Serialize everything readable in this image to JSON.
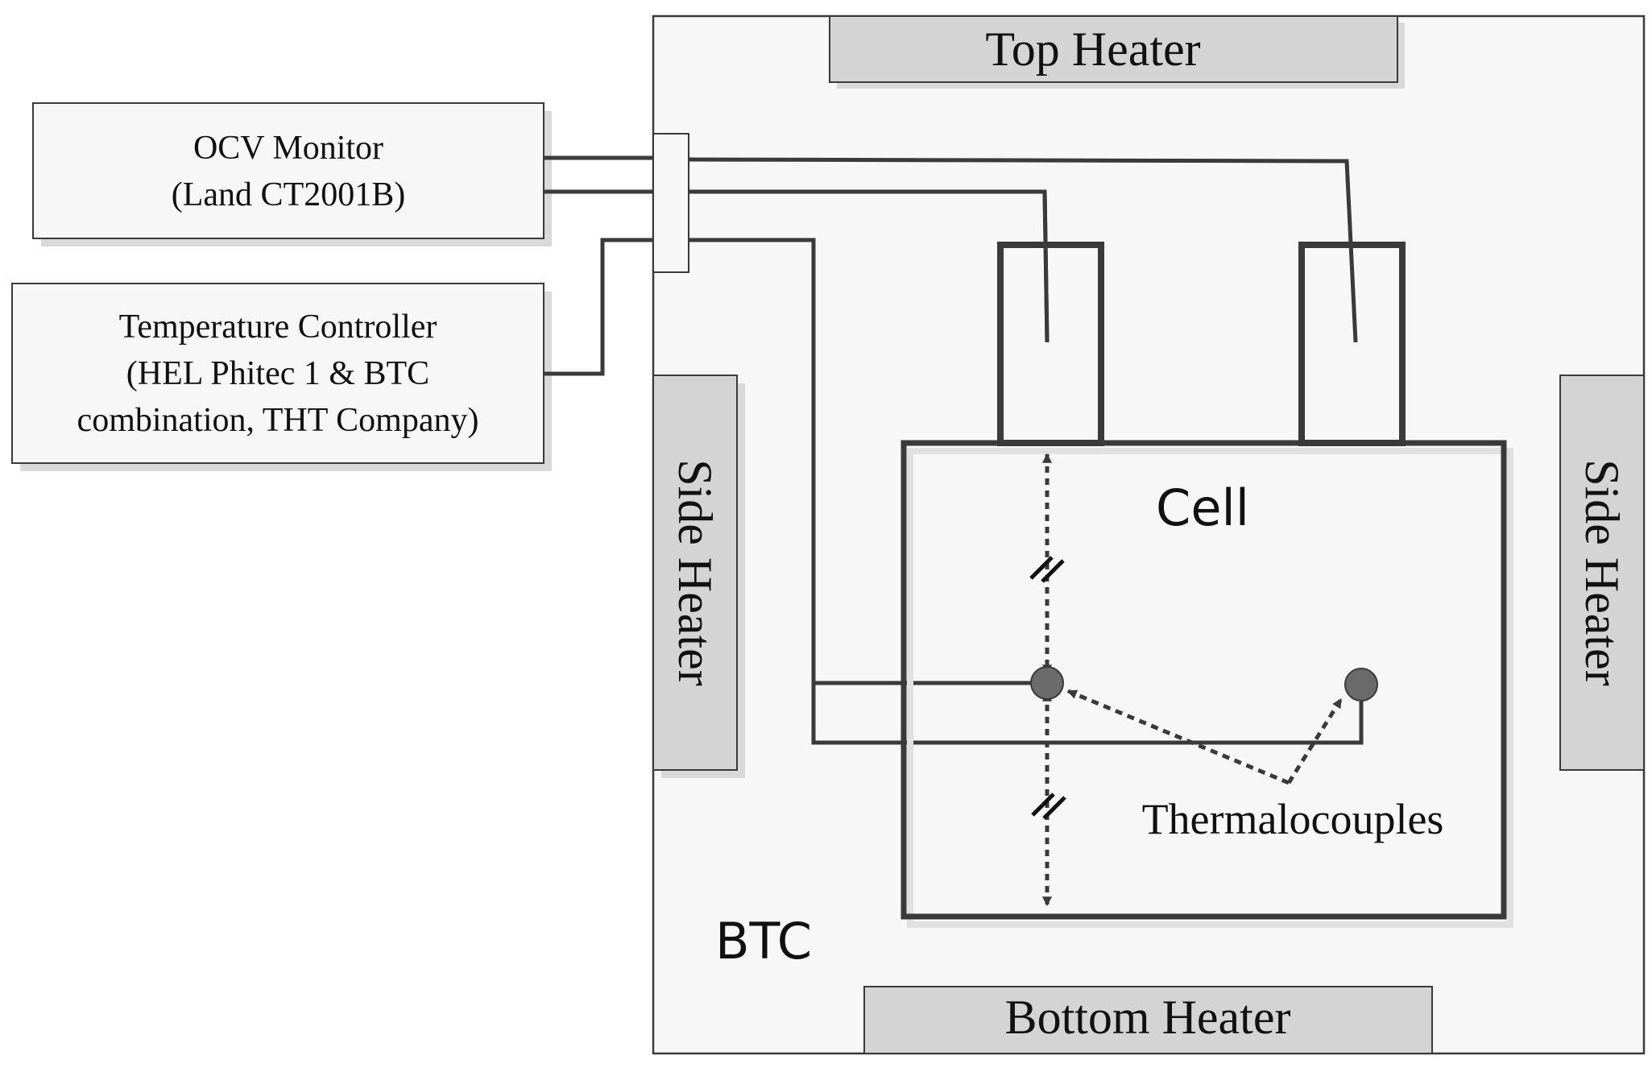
{
  "labels": {
    "top_heater": "Top Heater",
    "bottom_heater": "Bottom Heater",
    "side_heater_left": "Side Heater",
    "side_heater_right": "Side Heater",
    "ocv_line1": "OCV Monitor",
    "ocv_line2": "(Land CT2001B)",
    "tc_line1": "Temperature Controller",
    "tc_line2": "(HEL Phitec 1 & BTC",
    "tc_line3": "combination, THT Company)",
    "cell": "Cell",
    "btc": "BTC",
    "thermocouples": "Thermalocouples"
  },
  "colors": {
    "stroke": "#3a3a3a",
    "box_fill": "#f7f7f7",
    "heater_fill": "#d4d4d4",
    "shadow": "#d9d9d9",
    "dot": "#6b6b6b"
  }
}
